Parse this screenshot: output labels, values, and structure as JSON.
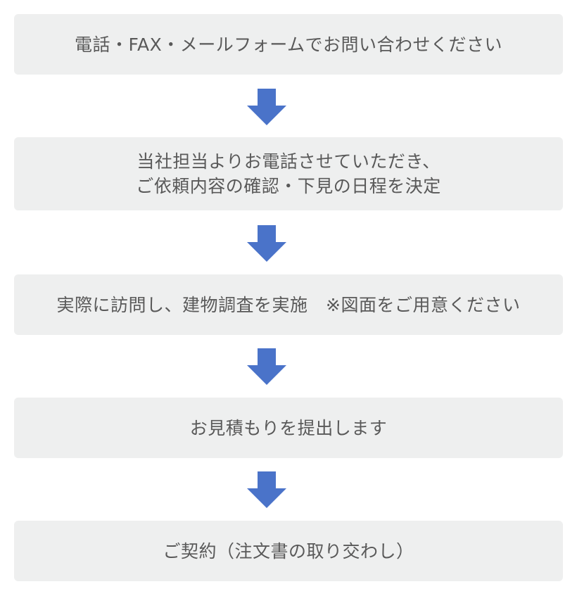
{
  "flow": {
    "steps": [
      {
        "lines": [
          "電話・FAX・メールフォームでお問い合わせください"
        ]
      },
      {
        "lines": [
          "当社担当よりお電話させていただき、",
          "ご依頼内容の確認・下見の日程を決定"
        ]
      },
      {
        "lines": [
          "実際に訪問し、建物調査を実施　※図面をご用意ください"
        ]
      },
      {
        "lines": [
          "お見積もりを提出します"
        ]
      },
      {
        "lines": [
          "ご契約（注文書の取り交わし）"
        ]
      }
    ],
    "colors": {
      "box_background": "#eeefef",
      "text": "#595959",
      "arrow": "#4a73c9"
    },
    "connector_icon": "arrow-down-icon"
  }
}
